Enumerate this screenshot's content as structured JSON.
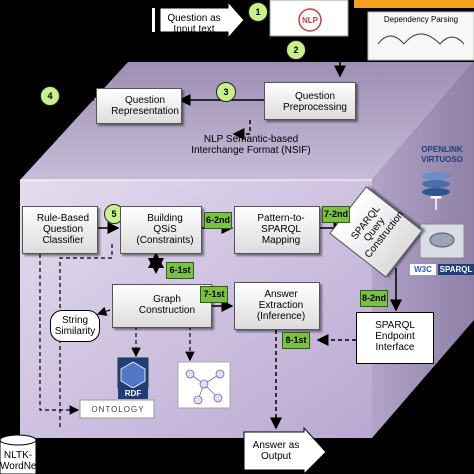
{
  "input": {
    "label": "Question as\nInput text",
    "step": "1"
  },
  "nlp_logo": {
    "text": "NLP"
  },
  "dependency": {
    "label": "Dependency Parsing"
  },
  "steps": {
    "s2": "2",
    "s3": "3",
    "s4": "4",
    "s5": "5"
  },
  "modules": {
    "question_representation": "Question\nRepresentation",
    "question_preprocessing": "Question\nPreprocessing",
    "rule_based": "Rule-Based\nQuestion\nClassifier",
    "building_qsis": "Building\nQSiS\n(Constraints)",
    "pattern_mapping": "Pattern-to-\nSPARQL\nMapping",
    "sparql_construction": "SPARQL\nQuery\nConstruction",
    "graph_construction": "Graph\nConstruction",
    "answer_extraction": "Answer\nExtraction\n(Inference)"
  },
  "nsif": {
    "label": "NLP Semantic-based\nInterchange Format (NSIF)"
  },
  "string_similarity": {
    "label": "String\nSimilarity"
  },
  "sparql_endpoint": {
    "label": "SPARQL\nEndpoint\nInterface"
  },
  "sub_steps": {
    "s6_2": "6-2nd",
    "s6_1": "6-1st",
    "s7_1": "7-1st",
    "s7_2": "7-2nd",
    "s8_1": "8-1st",
    "s8_2": "8-2nd"
  },
  "logos": {
    "openlink": "OPENLINK",
    "virtuoso": "VIRTUOSO",
    "w3c": "W3C",
    "sparql": "SPARQL",
    "rdf": "RDF",
    "ontology": "ONTOLOGY"
  },
  "nltk": {
    "label": "NLTK-\nWordNet"
  },
  "output": {
    "label": "Answer as\nOutput"
  },
  "colors": {
    "cube_face": "#cdbfe0",
    "cube_top": "#b6a8cc",
    "step_green": "#7cc043",
    "badge_green": "#c8f08c"
  }
}
